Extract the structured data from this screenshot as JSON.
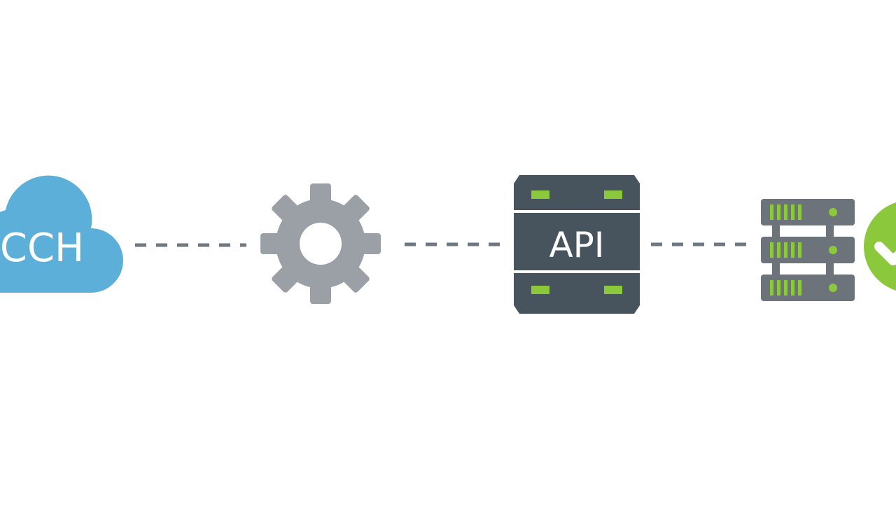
{
  "diagram": {
    "nodes": [
      {
        "id": "cloud",
        "label": "CCH",
        "icon": "cloud-icon",
        "color": "#5bafd8",
        "text_color": "#ffffff"
      },
      {
        "id": "gear",
        "label": "",
        "icon": "gear-icon",
        "color": "#9aa0a6"
      },
      {
        "id": "api",
        "label": "API",
        "icon": "api-server-icon",
        "color": "#48545d",
        "accent": "#8cc83c",
        "text_color": "#ffffff"
      },
      {
        "id": "servers",
        "label": "",
        "icon": "server-rack-icon",
        "color": "#6c737a",
        "accent": "#8cc83c"
      },
      {
        "id": "check",
        "label": "",
        "icon": "check-circle-icon",
        "color": "#8cc83c"
      }
    ],
    "connectors": [
      {
        "from": "cloud",
        "to": "gear",
        "style": "dashed",
        "color": "#6e7880"
      },
      {
        "from": "gear",
        "to": "api",
        "style": "dashed",
        "color": "#6e7880"
      },
      {
        "from": "api",
        "to": "servers",
        "style": "dashed",
        "color": "#6e7880"
      }
    ]
  }
}
